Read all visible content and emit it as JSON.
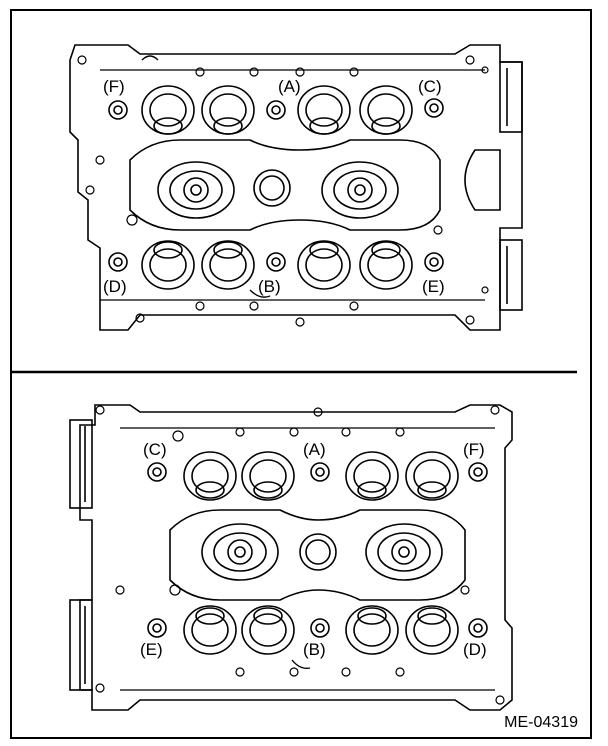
{
  "figure_code": "ME-04319",
  "upper_panel": {
    "labels": {
      "a": "(A)",
      "b": "(B)",
      "c": "(C)",
      "d": "(D)",
      "e": "(E)",
      "f": "(F)"
    }
  },
  "lower_panel": {
    "labels": {
      "a": "(A)",
      "b": "(B)",
      "c": "(C)",
      "d": "(D)",
      "e": "(E)",
      "f": "(F)"
    }
  }
}
